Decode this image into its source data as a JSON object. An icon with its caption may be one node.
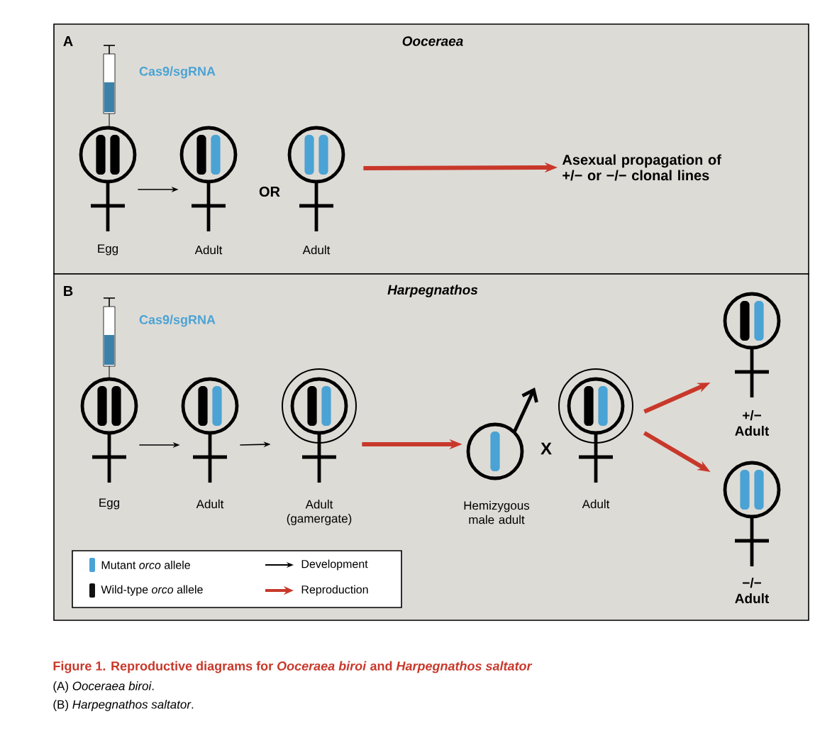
{
  "diagram": {
    "caption": "Figure 1.  Reproductive diagrams for *Ooceraea biroi* and *Harpegnathos saltator*",
    "nodes": [
      {
        "text": [
          "A",
          "Ooceraea"
        ]
      },
      {
        "text": [],
        "shape": "circle",
        "beside": [
          "Egg"
        ],
        "in": 0
      },
      {
        "text": [],
        "shape": "circle",
        "beside": [
          "Adult"
        ],
        "in": 0
      },
      {
        "text": [],
        "shape": "circle",
        "beside": [
          "Adult"
        ],
        "in": 0
      },
      {
        "text": [
          "Asexual propagation of +/− or −/− clonal lines"
        ],
        "in": 0
      },
      {
        "text": [
          "B",
          "Harpegnathos"
        ]
      },
      {
        "text": [],
        "shape": "circle",
        "beside": [
          "Egg"
        ],
        "in": 5
      },
      {
        "text": [],
        "shape": "circle",
        "beside": [
          "Adult"
        ],
        "in": 5
      },
      {
        "text": [],
        "shape": "circle",
        "beside": [
          "Adult (gamergate)"
        ],
        "in": 5
      },
      {
        "text": [],
        "shape": "circle",
        "beside": [
          "Hemizygous male adult"
        ],
        "in": 5
      },
      {
        "text": [],
        "shape": "circle",
        "beside": [
          "Adult"
        ],
        "in": 5
      },
      {
        "text": [],
        "shape": "circle",
        "beside": [
          "+/− Adult"
        ],
        "in": 5
      },
      {
        "text": [],
        "shape": "circle",
        "beside": [
          "−/− Adult"
        ],
        "in": 5
      }
    ],
    "edges": [
      {
        "from": 1,
        "to": 2,
        "arrow": "to",
        "color": "#000000"
      },
      {
        "from": 3,
        "to": 4,
        "arrow": "to"
      },
      {
        "from": 6,
        "to": 7,
        "arrow": "to",
        "color": "#000000"
      },
      {
        "from": 7,
        "to": 8,
        "arrow": "to",
        "color": "#000000"
      },
      {
        "from": 8,
        "to": 9,
        "arrow": "to"
      },
      {
        "from": 10,
        "to": 11,
        "arrow": "to"
      },
      {
        "from": 10,
        "to": 12,
        "arrow": "to"
      }
    ],
    "labels": [
      "Cas9/sgRNA",
      "OR",
      "Cas9/sgRNA",
      "X",
      "(A) *Ooceraea biroi*.",
      "(B) *Harpegnathos saltator*."
    ],
    "legend": [
      {
        "text": "Mutant *orco* allele",
        "color": "#4aa3d4"
      },
      {
        "text": "Wild-type *orco* allele",
        "color": "#111111"
      },
      {
        "text": "Development"
      },
      {
        "text": "Reproduction"
      }
    ]
  }
}
